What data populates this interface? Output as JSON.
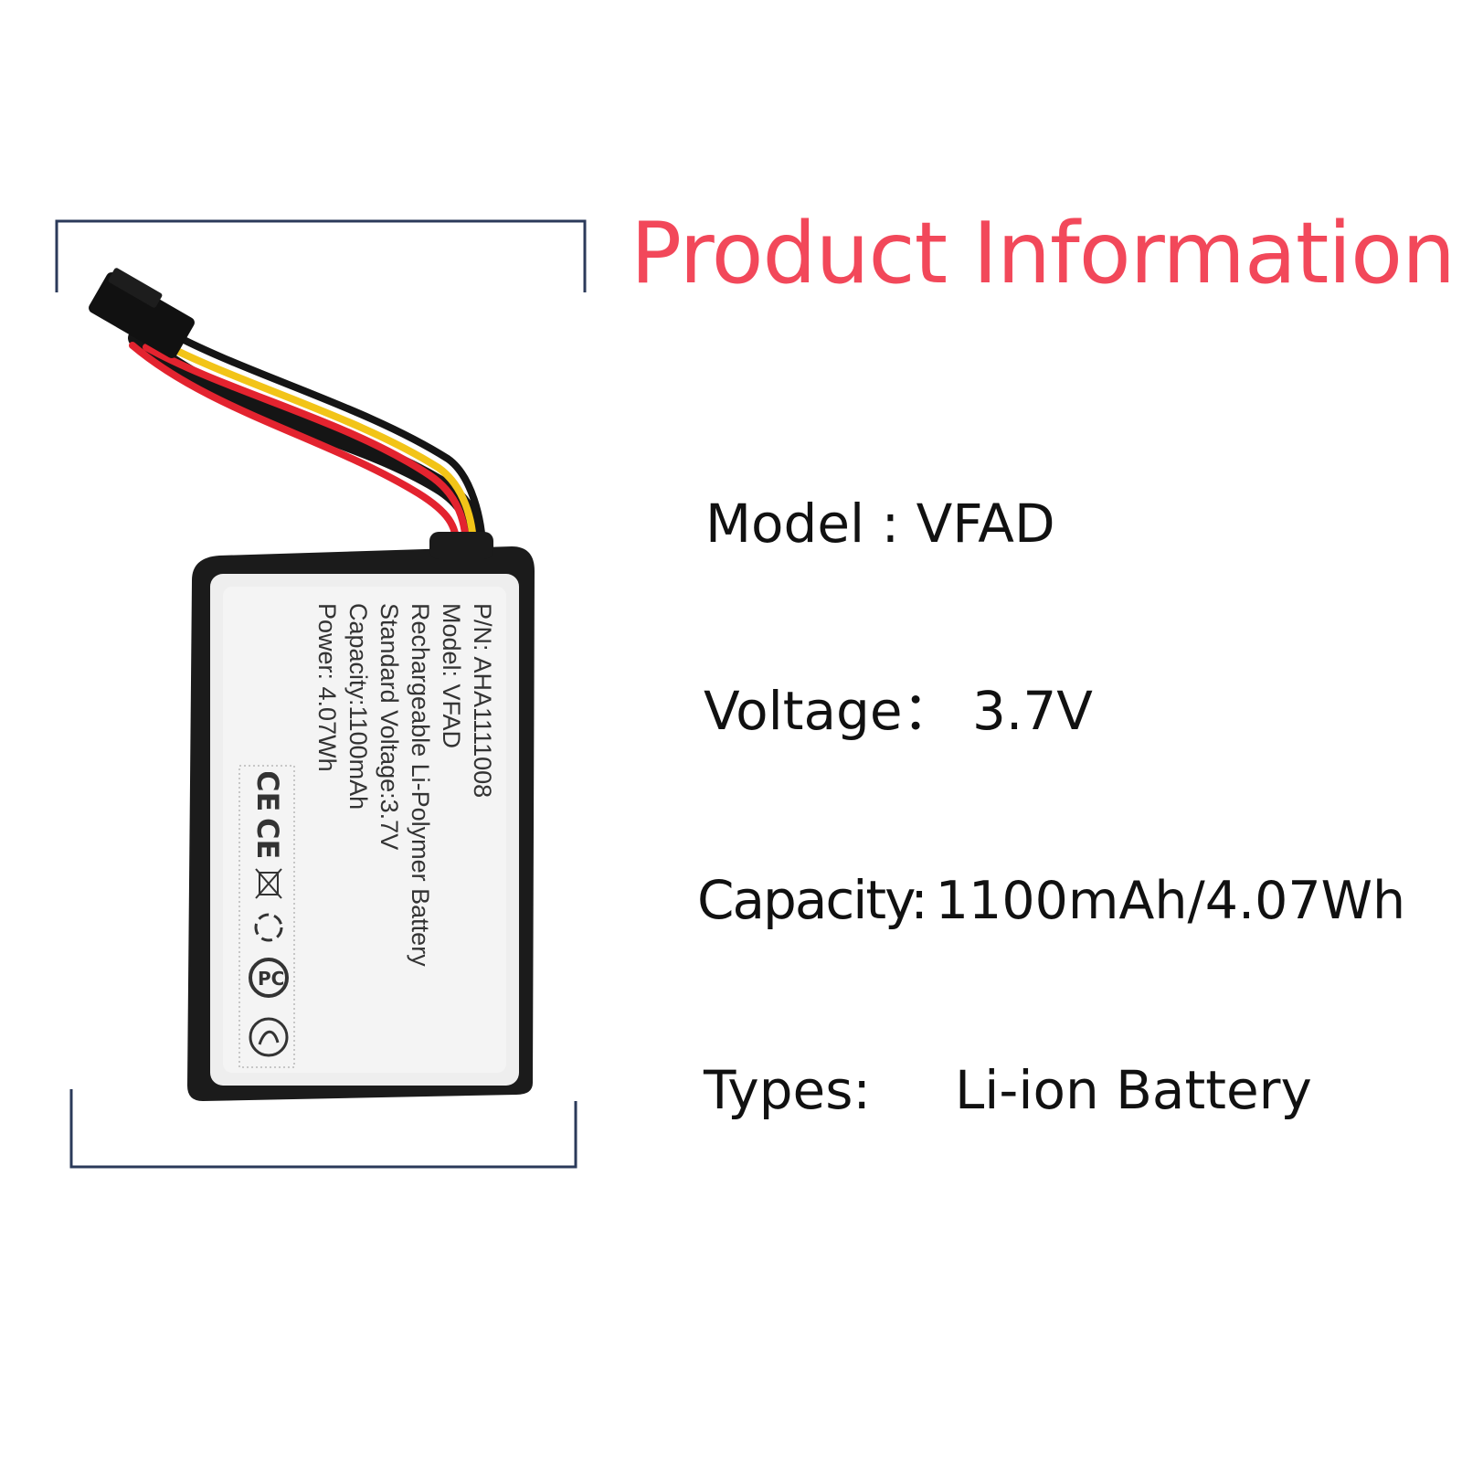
{
  "heading": "Product Information:",
  "specs": [
    {
      "key": "Model",
      "sep": " : ",
      "value": "VFAD"
    },
    {
      "key": "Voltage",
      "sep": "： ",
      "value": "3.7V"
    },
    {
      "key": "Capacity:",
      "sep": "",
      "value": "1100mAh/4.07Wh"
    },
    {
      "key": "Types:",
      "sep": "",
      "value": "Li-ion Battery"
    }
  ],
  "battery_label": {
    "lines": [
      "P/N: AHA1111008",
      "Model: VFAD",
      "Rechargeable Li-Polymer Battery",
      "Standard Voltage:3.7V",
      "Capacity:1100mAh",
      "Power: 4.07Wh"
    ]
  },
  "colors": {
    "heading": "#f2485a",
    "text": "#111111",
    "bracket": "#2b3a5a",
    "battery_body": "#1b1b1b",
    "label": "#eeeeee",
    "wire_red": "#e3232f",
    "wire_yellow": "#f2c418",
    "wire_black": "#151515"
  },
  "icons": [
    "battery-photo",
    "connector-icon",
    "ce-mark-icon",
    "weee-bin-icon",
    "recycle-icon",
    "pct-mark-icon",
    "rohs-mark-icon"
  ]
}
